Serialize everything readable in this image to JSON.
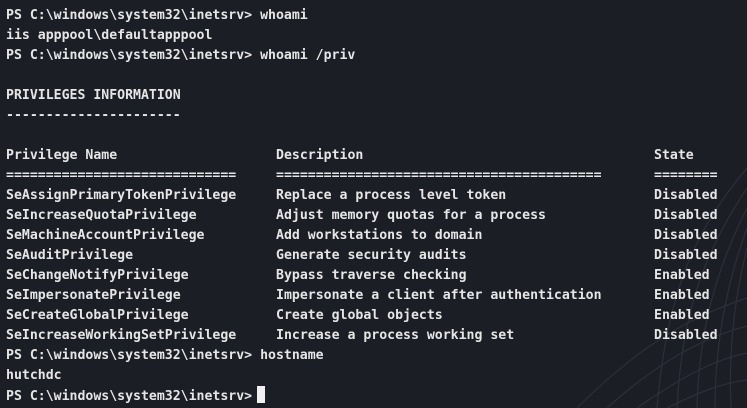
{
  "session": {
    "prompt": "PS C:\\windows\\system32\\inetsrv>",
    "cmd_whoami": "whoami",
    "whoami_output": "iis apppool\\defaultapppool",
    "cmd_whoami_priv": "whoami /priv",
    "section_title": "PRIVILEGES INFORMATION",
    "section_underline": "----------------------",
    "cmd_hostname": "hostname",
    "hostname_output": "hutchdc"
  },
  "table": {
    "headers": {
      "name": "Privilege Name",
      "description": "Description",
      "state": "State"
    },
    "separators": {
      "name": "=============================",
      "description": "=========================================",
      "state": "========"
    },
    "rows": [
      {
        "name": "SeAssignPrimaryTokenPrivilege",
        "description": "Replace a process level token",
        "state": "Disabled"
      },
      {
        "name": "SeIncreaseQuotaPrivilege",
        "description": "Adjust memory quotas for a process",
        "state": "Disabled"
      },
      {
        "name": "SeMachineAccountPrivilege",
        "description": "Add workstations to domain",
        "state": "Disabled"
      },
      {
        "name": "SeAuditPrivilege",
        "description": "Generate security audits",
        "state": "Disabled"
      },
      {
        "name": "SeChangeNotifyPrivilege",
        "description": "Bypass traverse checking",
        "state": "Enabled"
      },
      {
        "name": "SeImpersonatePrivilege",
        "description": "Impersonate a client after authentication",
        "state": "Enabled"
      },
      {
        "name": "SeCreateGlobalPrivilege",
        "description": "Create global objects",
        "state": "Enabled"
      },
      {
        "name": "SeIncreaseWorkingSetPrivilege",
        "description": "Increase a process working set",
        "state": "Disabled"
      }
    ]
  },
  "colors": {
    "background": "#1c1e26",
    "text": "#e6e6e6",
    "cursor": "#f0f0f0"
  }
}
